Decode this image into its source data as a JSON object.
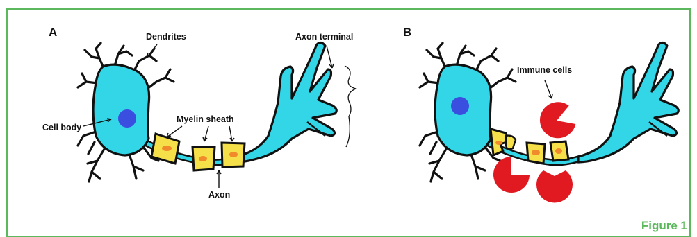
{
  "panels": {
    "a": {
      "letter": "A",
      "labels": {
        "dendrites": "Dendrites",
        "axon_terminal": "Axon terminal",
        "cell_body": "Cell body",
        "myelin_sheath": "Myelin sheath",
        "axon": "Axon"
      }
    },
    "b": {
      "letter": "B",
      "labels": {
        "immune_cells": "Immune cells"
      }
    }
  },
  "caption": "Figure 1",
  "colors": {
    "frame": "#5cb85c",
    "cell": "#33d6e6",
    "nucleus": "#3a4ee0",
    "myelin": "#f5e04a",
    "myelin_spot": "#f08a2a",
    "immune": "#e11a22",
    "outline": "#111111"
  }
}
